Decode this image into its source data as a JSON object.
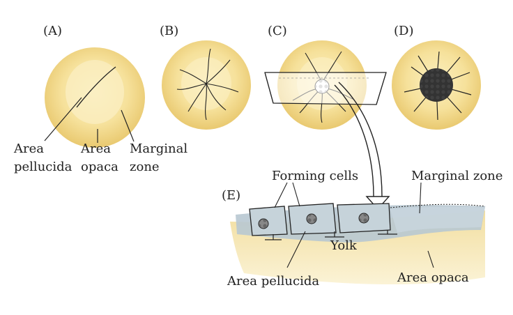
{
  "panels": {
    "a": "(A)",
    "b": "(B)",
    "c": "(C)",
    "d": "(D)",
    "e": "(E)"
  },
  "labels": {
    "area_pellucida_1": "Area",
    "area_pellucida_2": "pellucida",
    "area_opaca_1": "Area",
    "area_opaca_2": "opaca",
    "marginal_zone_1": "Marginal",
    "marginal_zone_2": "zone",
    "forming_cells": "Forming cells",
    "marginal_zone": "Marginal zone",
    "yolk": "Yolk",
    "area_pellucida": "Area pellucida",
    "area_opaca": "Area opaca"
  },
  "colors": {
    "disc_outer": "#f3d98a",
    "disc_inner": "#f8e7a8",
    "tissue_blue": "#b9c7cf",
    "yolk": "#f1dc9c",
    "line": "#222222"
  }
}
